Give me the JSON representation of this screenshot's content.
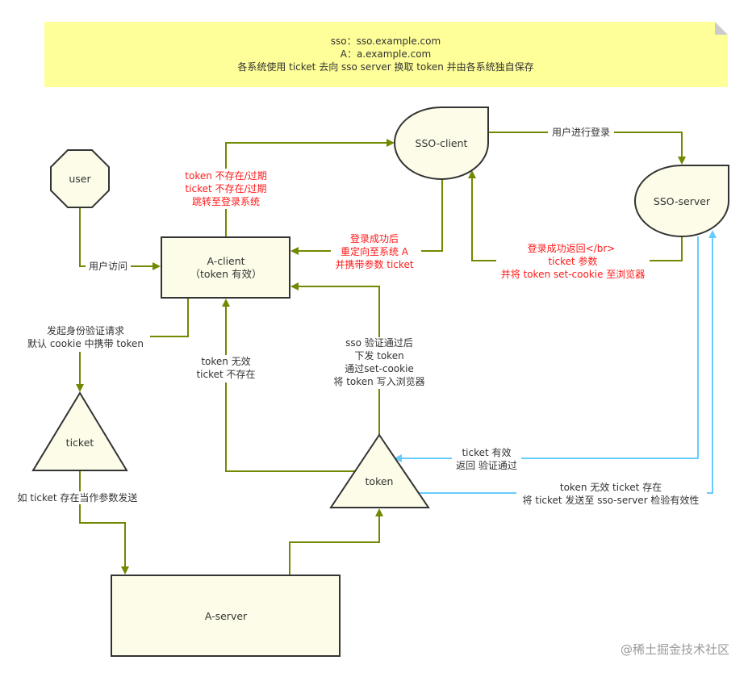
{
  "colors": {
    "note_fill": "#ffff99",
    "node_fill": "#fcfce8",
    "node_stroke": "#333333",
    "edge_olive": "#6f8a00",
    "edge_blue": "#66ccff",
    "label_red": "#ff1a1a",
    "label_dark": "#333333"
  },
  "note": {
    "lines": [
      "sso：sso.example.com",
      "A：a.example.com",
      "各系统使用 ticket 去向 sso server 换取 token 并由各系统独自保存"
    ]
  },
  "nodes": {
    "user": {
      "label": "user",
      "shape": "octagon"
    },
    "a_client": {
      "lines": [
        "A-client",
        "（token 有效）"
      ],
      "shape": "rectangle"
    },
    "sso_client": {
      "label": "SSO-client",
      "shape": "tear-drop"
    },
    "sso_server": {
      "label": "SSO-server",
      "shape": "tear-drop"
    },
    "ticket": {
      "label": "ticket",
      "shape": "triangle"
    },
    "token": {
      "label": "token",
      "shape": "triangle"
    },
    "a_server": {
      "label": "A-server",
      "shape": "rectangle"
    }
  },
  "edges": {
    "user_visit": {
      "from": "user",
      "to": "A-client",
      "lines": [
        "用户访问"
      ]
    },
    "to_sso_client": {
      "from": "A-client",
      "to": "SSO-client",
      "lines": [
        "token 不存在/过期",
        "ticket 不存在/过期",
        "跳转至登录系统"
      ]
    },
    "user_login": {
      "from": "SSO-client",
      "to": "SSO-server",
      "lines": [
        "用户进行登录"
      ]
    },
    "login_redirect": {
      "from": "SSO-client",
      "to": "A-client",
      "lines": [
        "登录成功后",
        "重定向至系统 A",
        "并携带参数 ticket"
      ]
    },
    "login_return": {
      "from": "SSO-server",
      "to": "SSO-client",
      "lines": [
        "登录成功返回</br>",
        "ticket 参数",
        "并将 token set-cookie 至浏览器"
      ]
    },
    "auth_request": {
      "from": "A-client",
      "to": "ticket",
      "lines": [
        "发起身份验证请求",
        "默认 cookie 中携带 token"
      ]
    },
    "token_invalid": {
      "from": "token",
      "to": "A-client",
      "lines": [
        "token 无效",
        "ticket 不存在"
      ]
    },
    "sso_verified": {
      "from": "token",
      "to": "A-client",
      "lines": [
        "sso 验证通过后",
        "下发 token",
        "通过set-cookie",
        "将 token 写入浏览器"
      ]
    },
    "ticket_send": {
      "from": "ticket",
      "to": "A-server",
      "lines": [
        "如 ticket 存在当作参数发送"
      ]
    },
    "server_to_token": {
      "from": "A-server",
      "to": "token",
      "lines": []
    },
    "ticket_valid": {
      "from": "SSO-server",
      "to": "token",
      "lines": [
        "ticket 有效",
        "返回 验证通过"
      ]
    },
    "ticket_check": {
      "from": "token",
      "to": "SSO-server",
      "lines": [
        "token 无效 ticket 存在",
        "将 ticket 发送至 sso-server 检验有效性"
      ]
    }
  },
  "watermark": "@稀土掘金技术社区"
}
